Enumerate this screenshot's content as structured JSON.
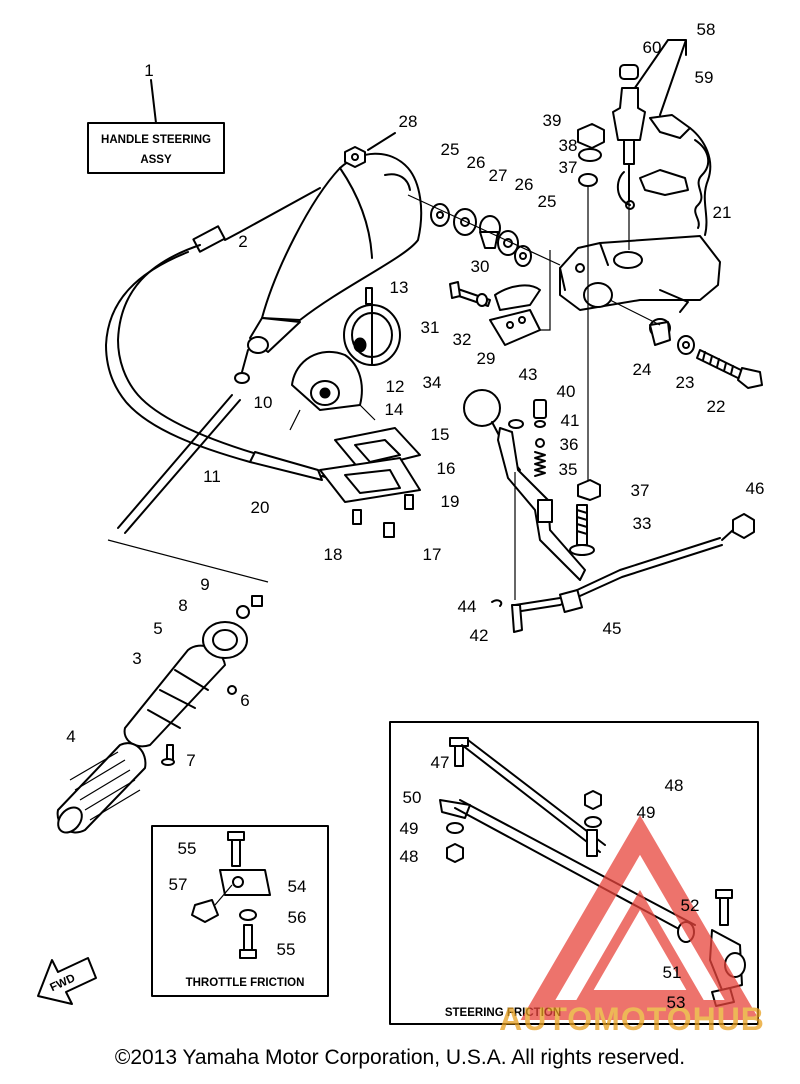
{
  "diagram": {
    "title_box": [
      "HANDLE STEERING",
      "ASSY"
    ],
    "callout_1": "1",
    "part_numbers": [
      "2",
      "3",
      "4",
      "5",
      "6",
      "7",
      "8",
      "9",
      "10",
      "11",
      "12",
      "13",
      "14",
      "15",
      "16",
      "17",
      "18",
      "19",
      "20",
      "21",
      "22",
      "23",
      "24",
      "25",
      "25",
      "26",
      "26",
      "27",
      "28",
      "29",
      "30",
      "31",
      "32",
      "33",
      "34",
      "35",
      "36",
      "37",
      "37",
      "38",
      "39",
      "40",
      "41",
      "42",
      "43",
      "44",
      "45",
      "46",
      "47",
      "48",
      "48",
      "49",
      "49",
      "50",
      "51",
      "52",
      "53",
      "54",
      "55",
      "55",
      "56",
      "57",
      "58",
      "59",
      "60"
    ],
    "throttle_friction_label": "THROTTLE FRICTION",
    "steering_friction_label": "STEERING FRICTION",
    "fwd_label": "FWD",
    "watermark_brand": "AUTOMOTOHUB",
    "accent_color": "#e8453c"
  },
  "footer": {
    "copyright": "©2013 Yamaha Motor Corporation, U.S.A. All rights reserved."
  }
}
